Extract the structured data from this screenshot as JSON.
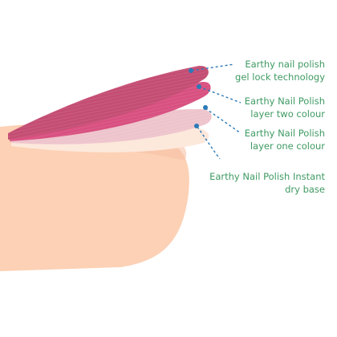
{
  "colors": {
    "label_green": "#3f9a63",
    "leader_blue": "#2b79b7",
    "skin": "#fcd1b5",
    "base_layer": "#fde8dc",
    "colour_layer_one": "#eec4cc",
    "colour_layer_two": "#d84f7f",
    "gel_lock_layer": "#c44c72"
  },
  "labels": [
    {
      "id": "gel-lock",
      "lines": [
        "Earthy nail polish",
        "gel lock technology"
      ]
    },
    {
      "id": "layer-two",
      "lines": [
        "Earthy Nail Polish",
        "layer two colour"
      ]
    },
    {
      "id": "layer-one",
      "lines": [
        "Earthy Nail Polish",
        "layer one colour"
      ]
    },
    {
      "id": "dry-base",
      "lines": [
        "Earthy Nail Polish Instant",
        "dry base"
      ]
    }
  ]
}
